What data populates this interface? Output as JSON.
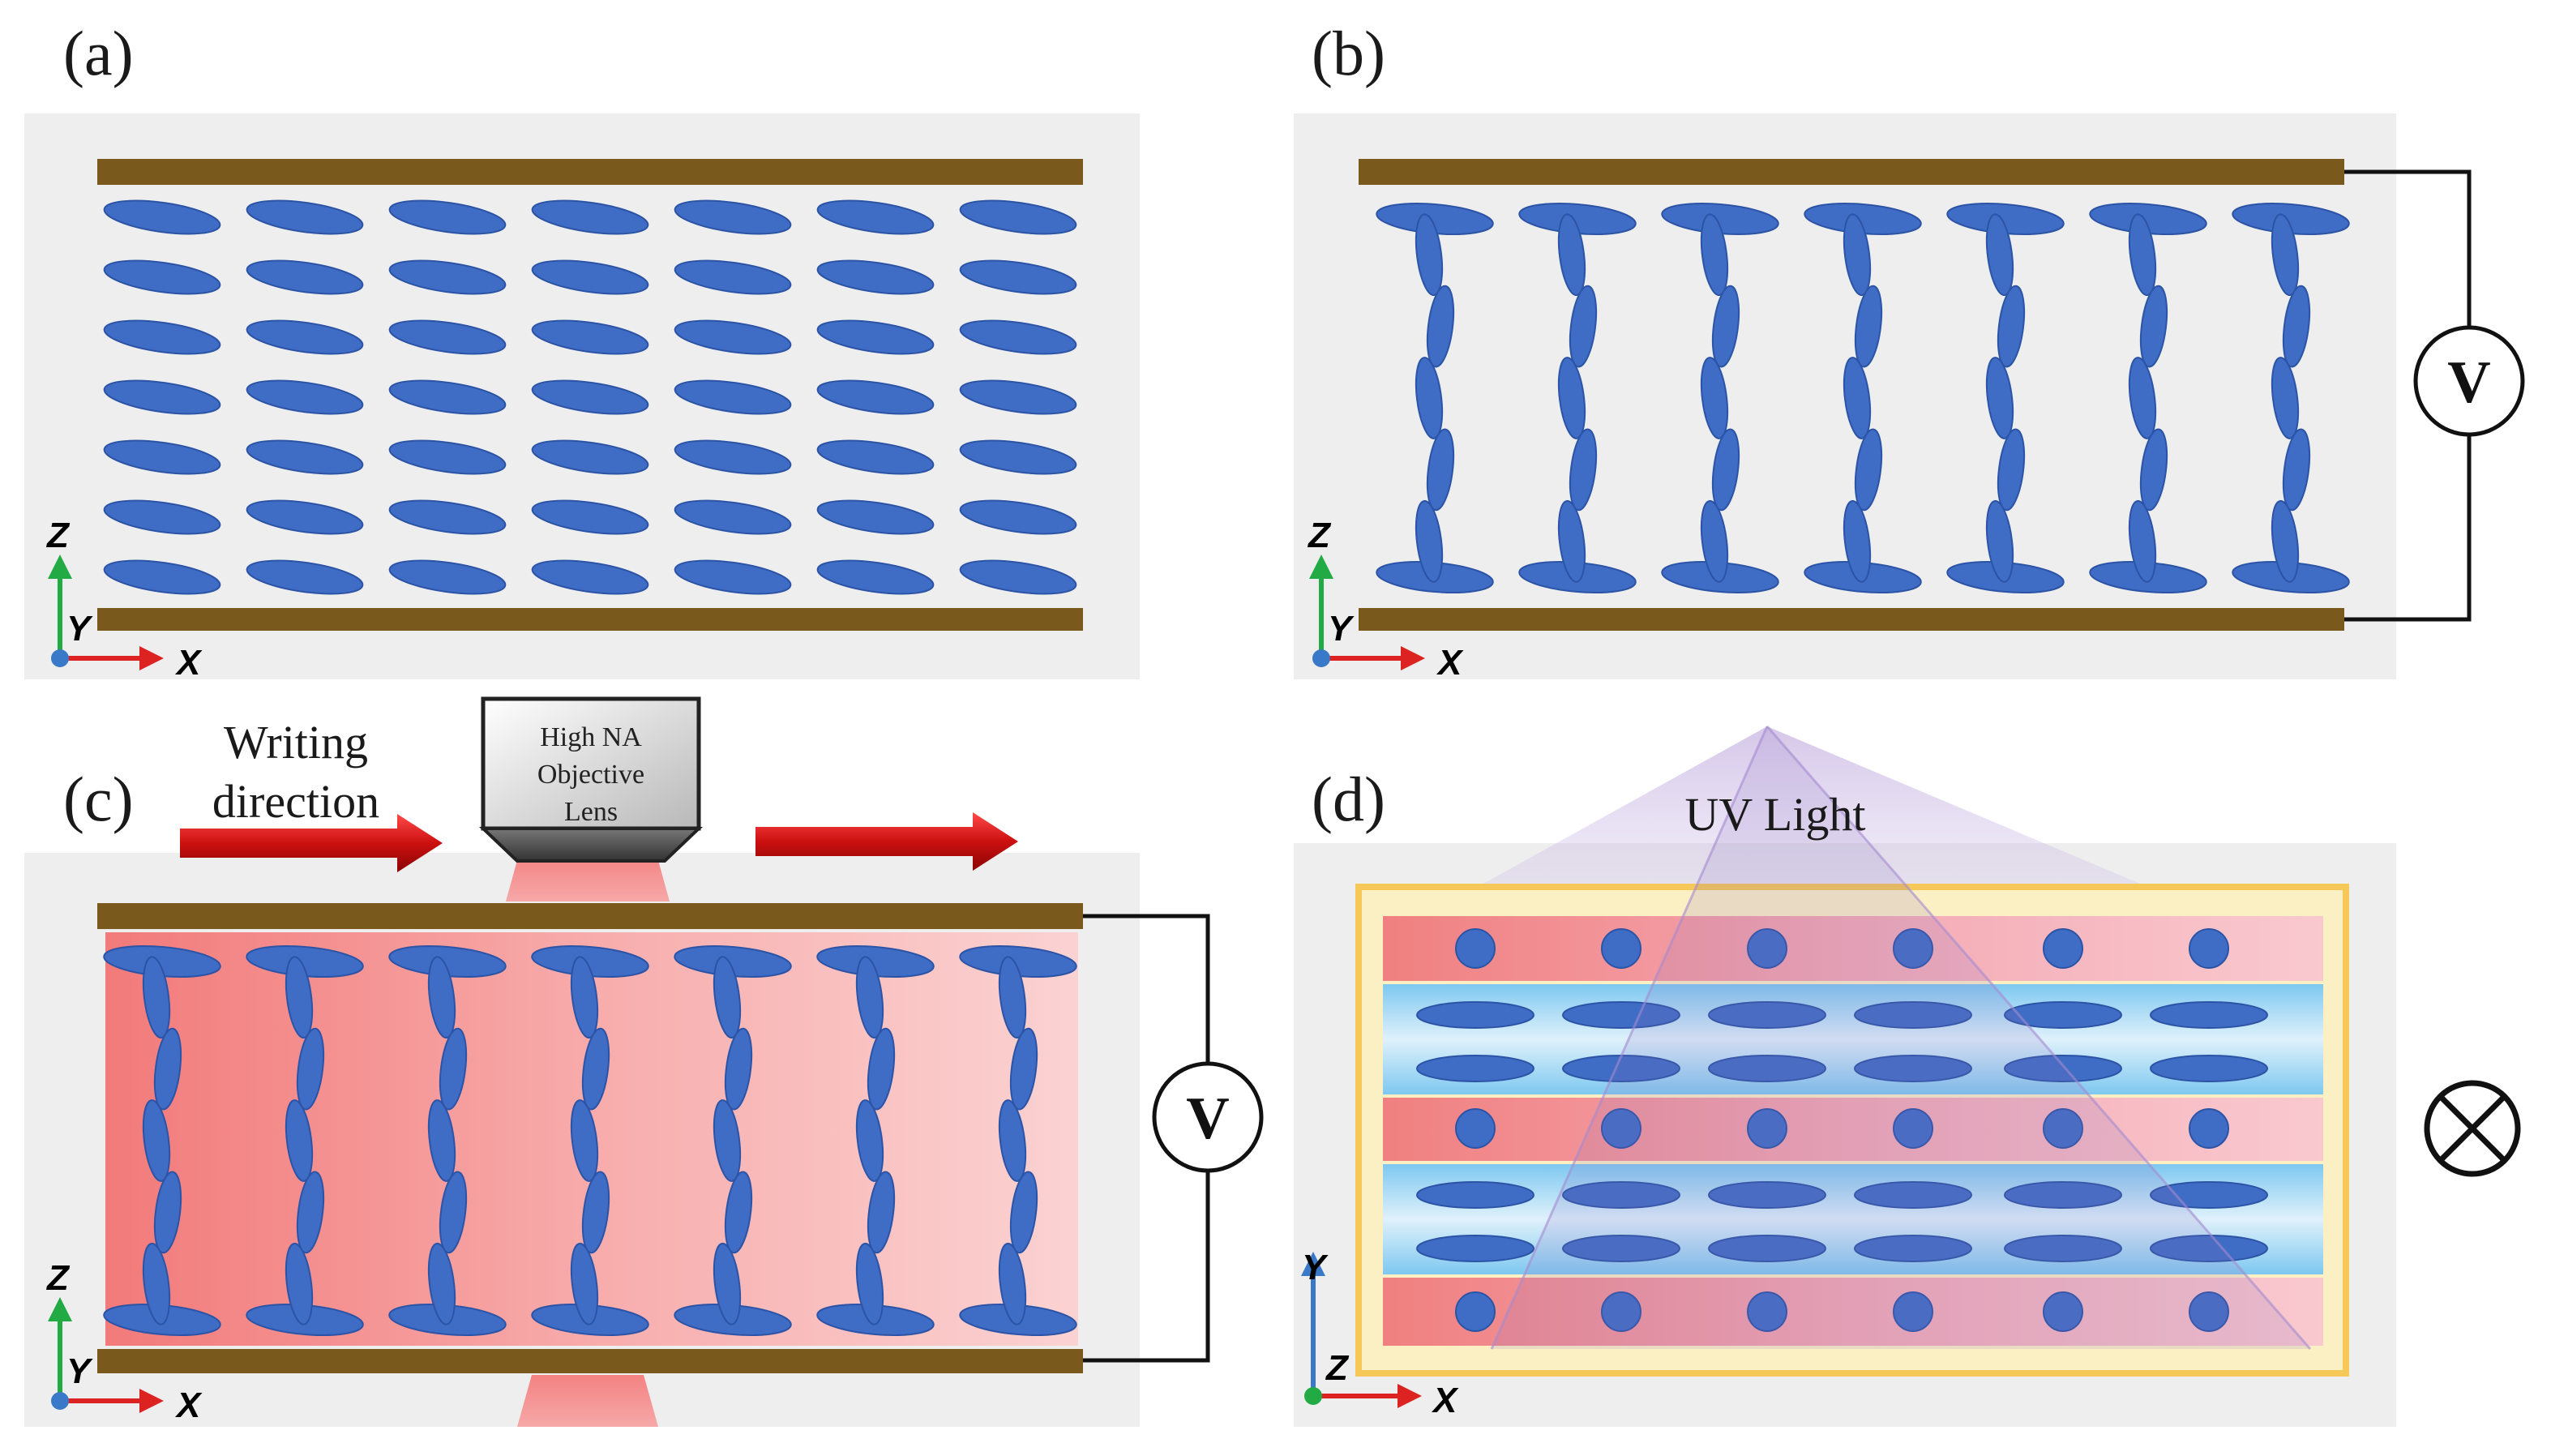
{
  "panels": {
    "a": {
      "label": "(a)"
    },
    "b": {
      "label": "(b)"
    },
    "c": {
      "label": "(c)"
    },
    "d": {
      "label": "(d)"
    }
  },
  "axes": {
    "a": {
      "up": "Z",
      "dot": "Y",
      "right": "X"
    },
    "b": {
      "up": "Z",
      "dot": "Y",
      "right": "X"
    },
    "c": {
      "up": "Z",
      "dot": "Y",
      "right": "X"
    },
    "d": {
      "up": "Y",
      "dot": "Z",
      "right": "X"
    }
  },
  "annotations": {
    "writing_direction": [
      "Writing",
      "direction"
    ],
    "objective_lens": [
      "High NA",
      "Objective",
      "Lens"
    ],
    "uv_light": "UV Light",
    "voltage_symbol": "V"
  },
  "colors": {
    "electrode": "#7a5a1c",
    "molecule": "#3f6cc4",
    "molecule_outline": "#2c54a6",
    "panel_bg": "#eeeeee",
    "laser_red": "#f26c6c",
    "arrow_red": "#d61818",
    "z_axis": "#22aa44",
    "x_axis": "#dd2222",
    "y_axis_d": "#3a78c8",
    "frame_yellow": "#f5d16a"
  }
}
